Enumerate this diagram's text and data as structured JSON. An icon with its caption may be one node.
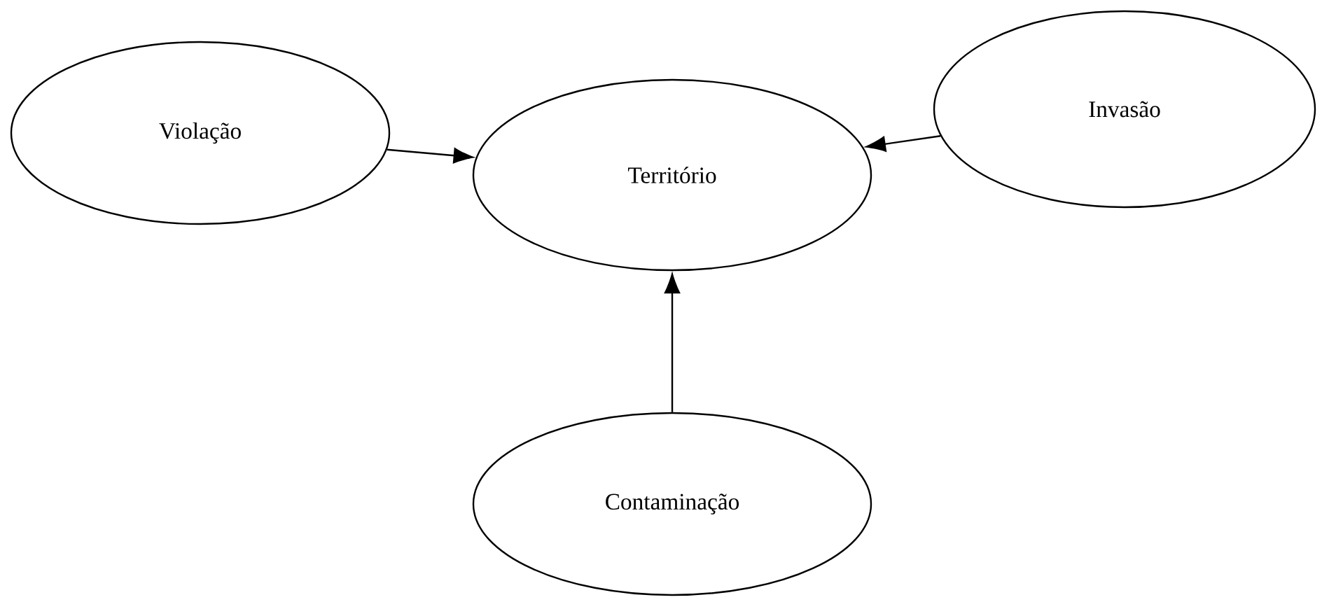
{
  "diagram": {
    "nodes": [
      {
        "text": [
          "Violação"
        ]
      },
      {
        "text": [
          "Território"
        ]
      },
      {
        "text": [
          "Invasão"
        ]
      },
      {
        "text": [
          "Contaminação"
        ]
      }
    ],
    "edges": [
      {
        "from": 0,
        "to": 1,
        "arrow": "to"
      },
      {
        "from": 2,
        "to": 1,
        "arrow": "to"
      },
      {
        "from": 3,
        "to": 1,
        "arrow": "to"
      }
    ]
  }
}
